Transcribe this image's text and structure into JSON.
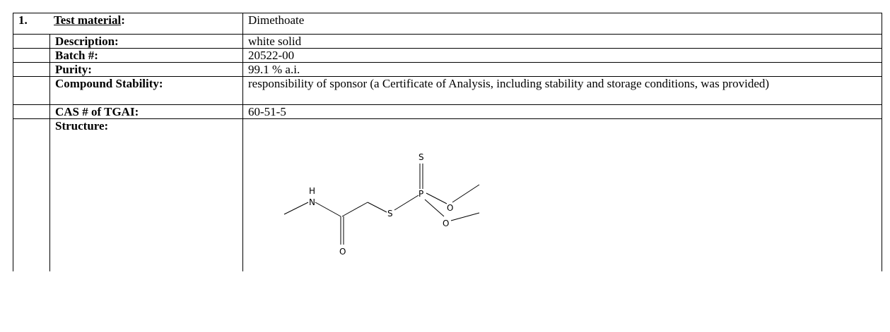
{
  "section": {
    "number": "1.",
    "title": "Test material",
    "colon": ":",
    "value": "Dimethoate"
  },
  "rows": [
    {
      "label": "Description:",
      "value": "white solid"
    },
    {
      "label": "Batch #:",
      "value": "20522-00"
    },
    {
      "label": "Purity:",
      "value": "99.1 % a.i."
    },
    {
      "label": "Compound Stability:",
      "value": "responsibility of sponsor (a Certificate of Analysis, including stability and storage conditions, was provided)"
    },
    {
      "label": "CAS # of TGAI:",
      "value": "60-51-5"
    }
  ],
  "structure": {
    "label": "Structure:",
    "atoms": {
      "n": "N",
      "h": "H",
      "o_carbonyl": "O",
      "s_thio": "S",
      "p": "P",
      "s_double": "S",
      "o_ester1": "O",
      "o_ester2": "O"
    }
  }
}
